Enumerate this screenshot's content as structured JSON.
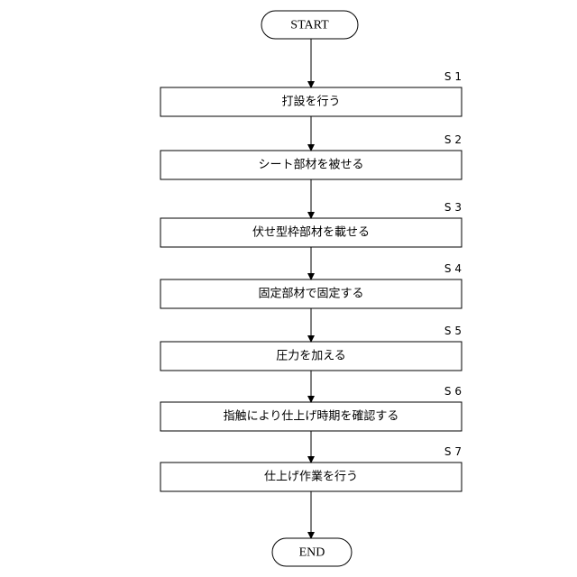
{
  "flowchart": {
    "start_label": "START",
    "end_label": "END",
    "steps": [
      {
        "id": "S 1",
        "text": "打設を行う"
      },
      {
        "id": "S 2",
        "text": "シート部材を被せる"
      },
      {
        "id": "S 3",
        "text": "伏せ型枠部材を載せる"
      },
      {
        "id": "S 4",
        "text": "固定部材で固定する"
      },
      {
        "id": "S 5",
        "text": "圧力を加える"
      },
      {
        "id": "S 6",
        "text": "指触により仕上げ時期を確認する"
      },
      {
        "id": "S 7",
        "text": "仕上げ作業を行う"
      }
    ],
    "colors": {
      "line": "#000000",
      "box_fill": "#ffffff",
      "text": "#000000"
    }
  }
}
